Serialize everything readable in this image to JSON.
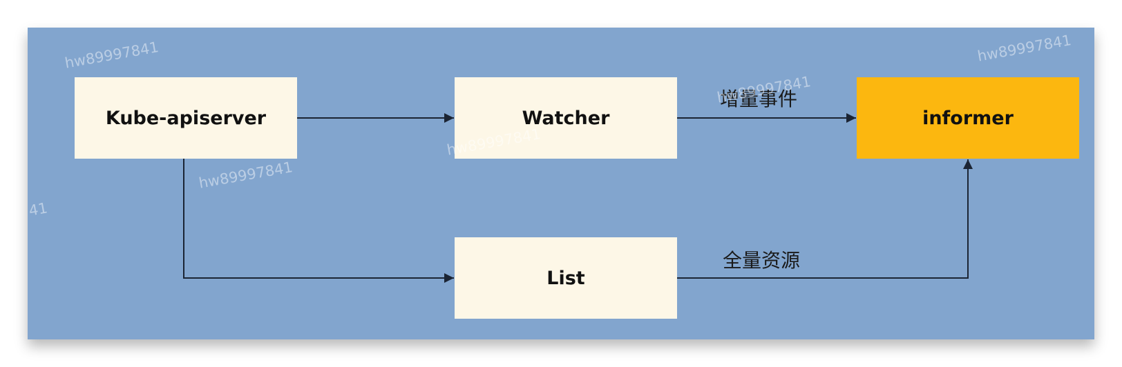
{
  "diagram": {
    "colors": {
      "background": "#82a5ce",
      "node_fill": "#fdf7e7",
      "informer_fill": "#fcb70f",
      "edge": "#1b2433",
      "text": "#111111"
    },
    "nodes": {
      "kube_apiserver": "Kube-apiserver",
      "watcher": "Watcher",
      "list": "List",
      "informer": "informer"
    },
    "edges": [
      {
        "from": "Kube-apiserver",
        "to": "Watcher"
      },
      {
        "from": "Watcher",
        "to": "informer",
        "label": "增量事件"
      },
      {
        "from": "Kube-apiserver",
        "to": "List"
      },
      {
        "from": "List",
        "to": "informer",
        "label": "全量资源"
      }
    ],
    "edge_labels": {
      "incremental": "增量事件",
      "full": "全量资源"
    },
    "watermark": "hw89997841",
    "watermark_partial": "41"
  }
}
